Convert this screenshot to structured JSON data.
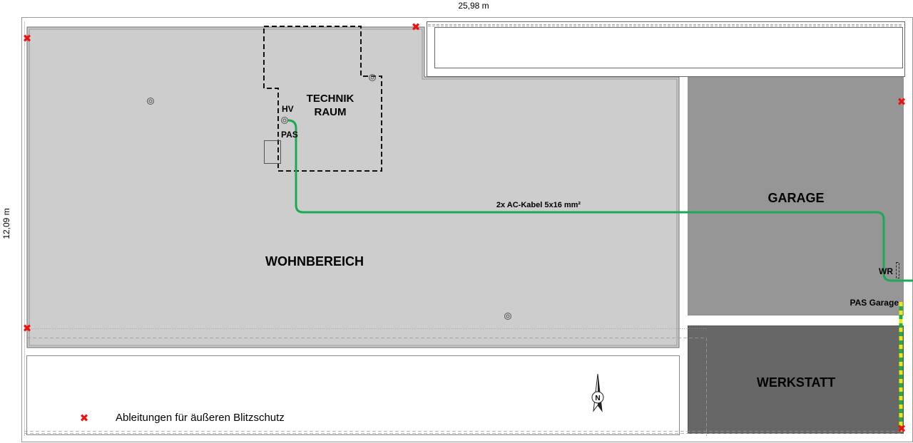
{
  "dimensions": {
    "width": "25,98 m",
    "height": "12,09 m"
  },
  "rooms": {
    "living": "WOHNBEREICH",
    "tech_line1": "TECHNIK",
    "tech_line2": "RAUM",
    "garage": "GARAGE",
    "workshop": "WERKSTATT"
  },
  "labels": {
    "hv": "HV",
    "pas": "PAS",
    "wr": "WR",
    "pas_garage": "PAS Garage",
    "cable": "2x AC-Kabel 5x16 mm²",
    "north": "N"
  },
  "legend": {
    "marker": "✖",
    "text": "Ableitungen für äußeren Blitzschutz"
  },
  "colors": {
    "living_fill": "#cdcdcd",
    "garage_fill": "#969696",
    "workshop_fill": "#676767",
    "cable": "#1aaa55",
    "lightning_marker": "#ee1111",
    "ground_stripe_yellow": "#e8e81a",
    "ground_stripe_green": "#22aa44"
  },
  "icons": [
    "lightning-conductor-marker",
    "roof-vent-icon",
    "north-arrow-icon"
  ]
}
